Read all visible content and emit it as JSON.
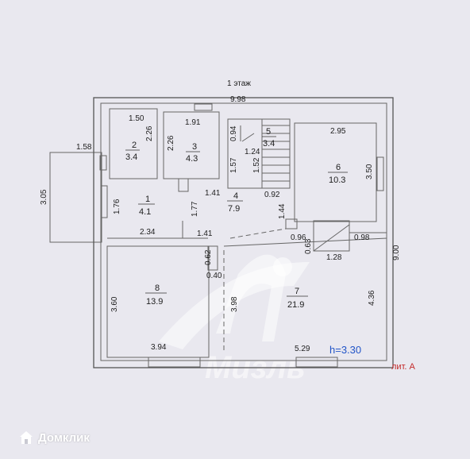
{
  "floor_title": "1 этаж",
  "height_label": "h=3.30",
  "lit_label": "лит. А",
  "watermark_text": "Мизль",
  "footer_brand": "Домклик",
  "rooms": [
    {
      "number": "1",
      "area": "4.1"
    },
    {
      "number": "2",
      "area": "3.4"
    },
    {
      "number": "3",
      "area": "4.3"
    },
    {
      "number": "4",
      "area": "7.9"
    },
    {
      "number": "5",
      "area": "3.4"
    },
    {
      "number": "6",
      "area": "10.3"
    },
    {
      "number": "7",
      "area": "21.9"
    },
    {
      "number": "8",
      "area": "13.9"
    }
  ],
  "dimensions": {
    "overall_width": "9.98",
    "overall_depth": "9.00",
    "porch_width": "1.58",
    "porch_depth": "3.05",
    "room2_width": "1.50",
    "room2_depth": "2.26",
    "room3_width": "1.91",
    "room3_depth": "2.26",
    "room1_depth": "1.76",
    "room1_width": "2.34",
    "hall_depth": "1.77",
    "hall_width": "1.41",
    "room4_mid": "1.41",
    "room4_depth": "1.57",
    "stair_a": "0.94",
    "stair_b": "1.24",
    "stair_c": "1.52",
    "stair_d": "0.92",
    "room4_right": "1.44",
    "room6_width": "2.95",
    "room6_depth": "3.50",
    "niche_left": "0.96",
    "niche_right": "0.98",
    "niche_depth": "0.63",
    "niche_width": "1.28",
    "col_a": "0.62",
    "col_b": "0.40",
    "room8_depth": "3.60",
    "room7_mid": "3.98",
    "room7_depth": "4.36",
    "room8_width": "3.94",
    "room7_width": "5.29"
  },
  "colors": {
    "background": "#e9e8ef",
    "wall": "#555555",
    "height_label": "#2255c8",
    "lit_label": "#c42a2a"
  }
}
